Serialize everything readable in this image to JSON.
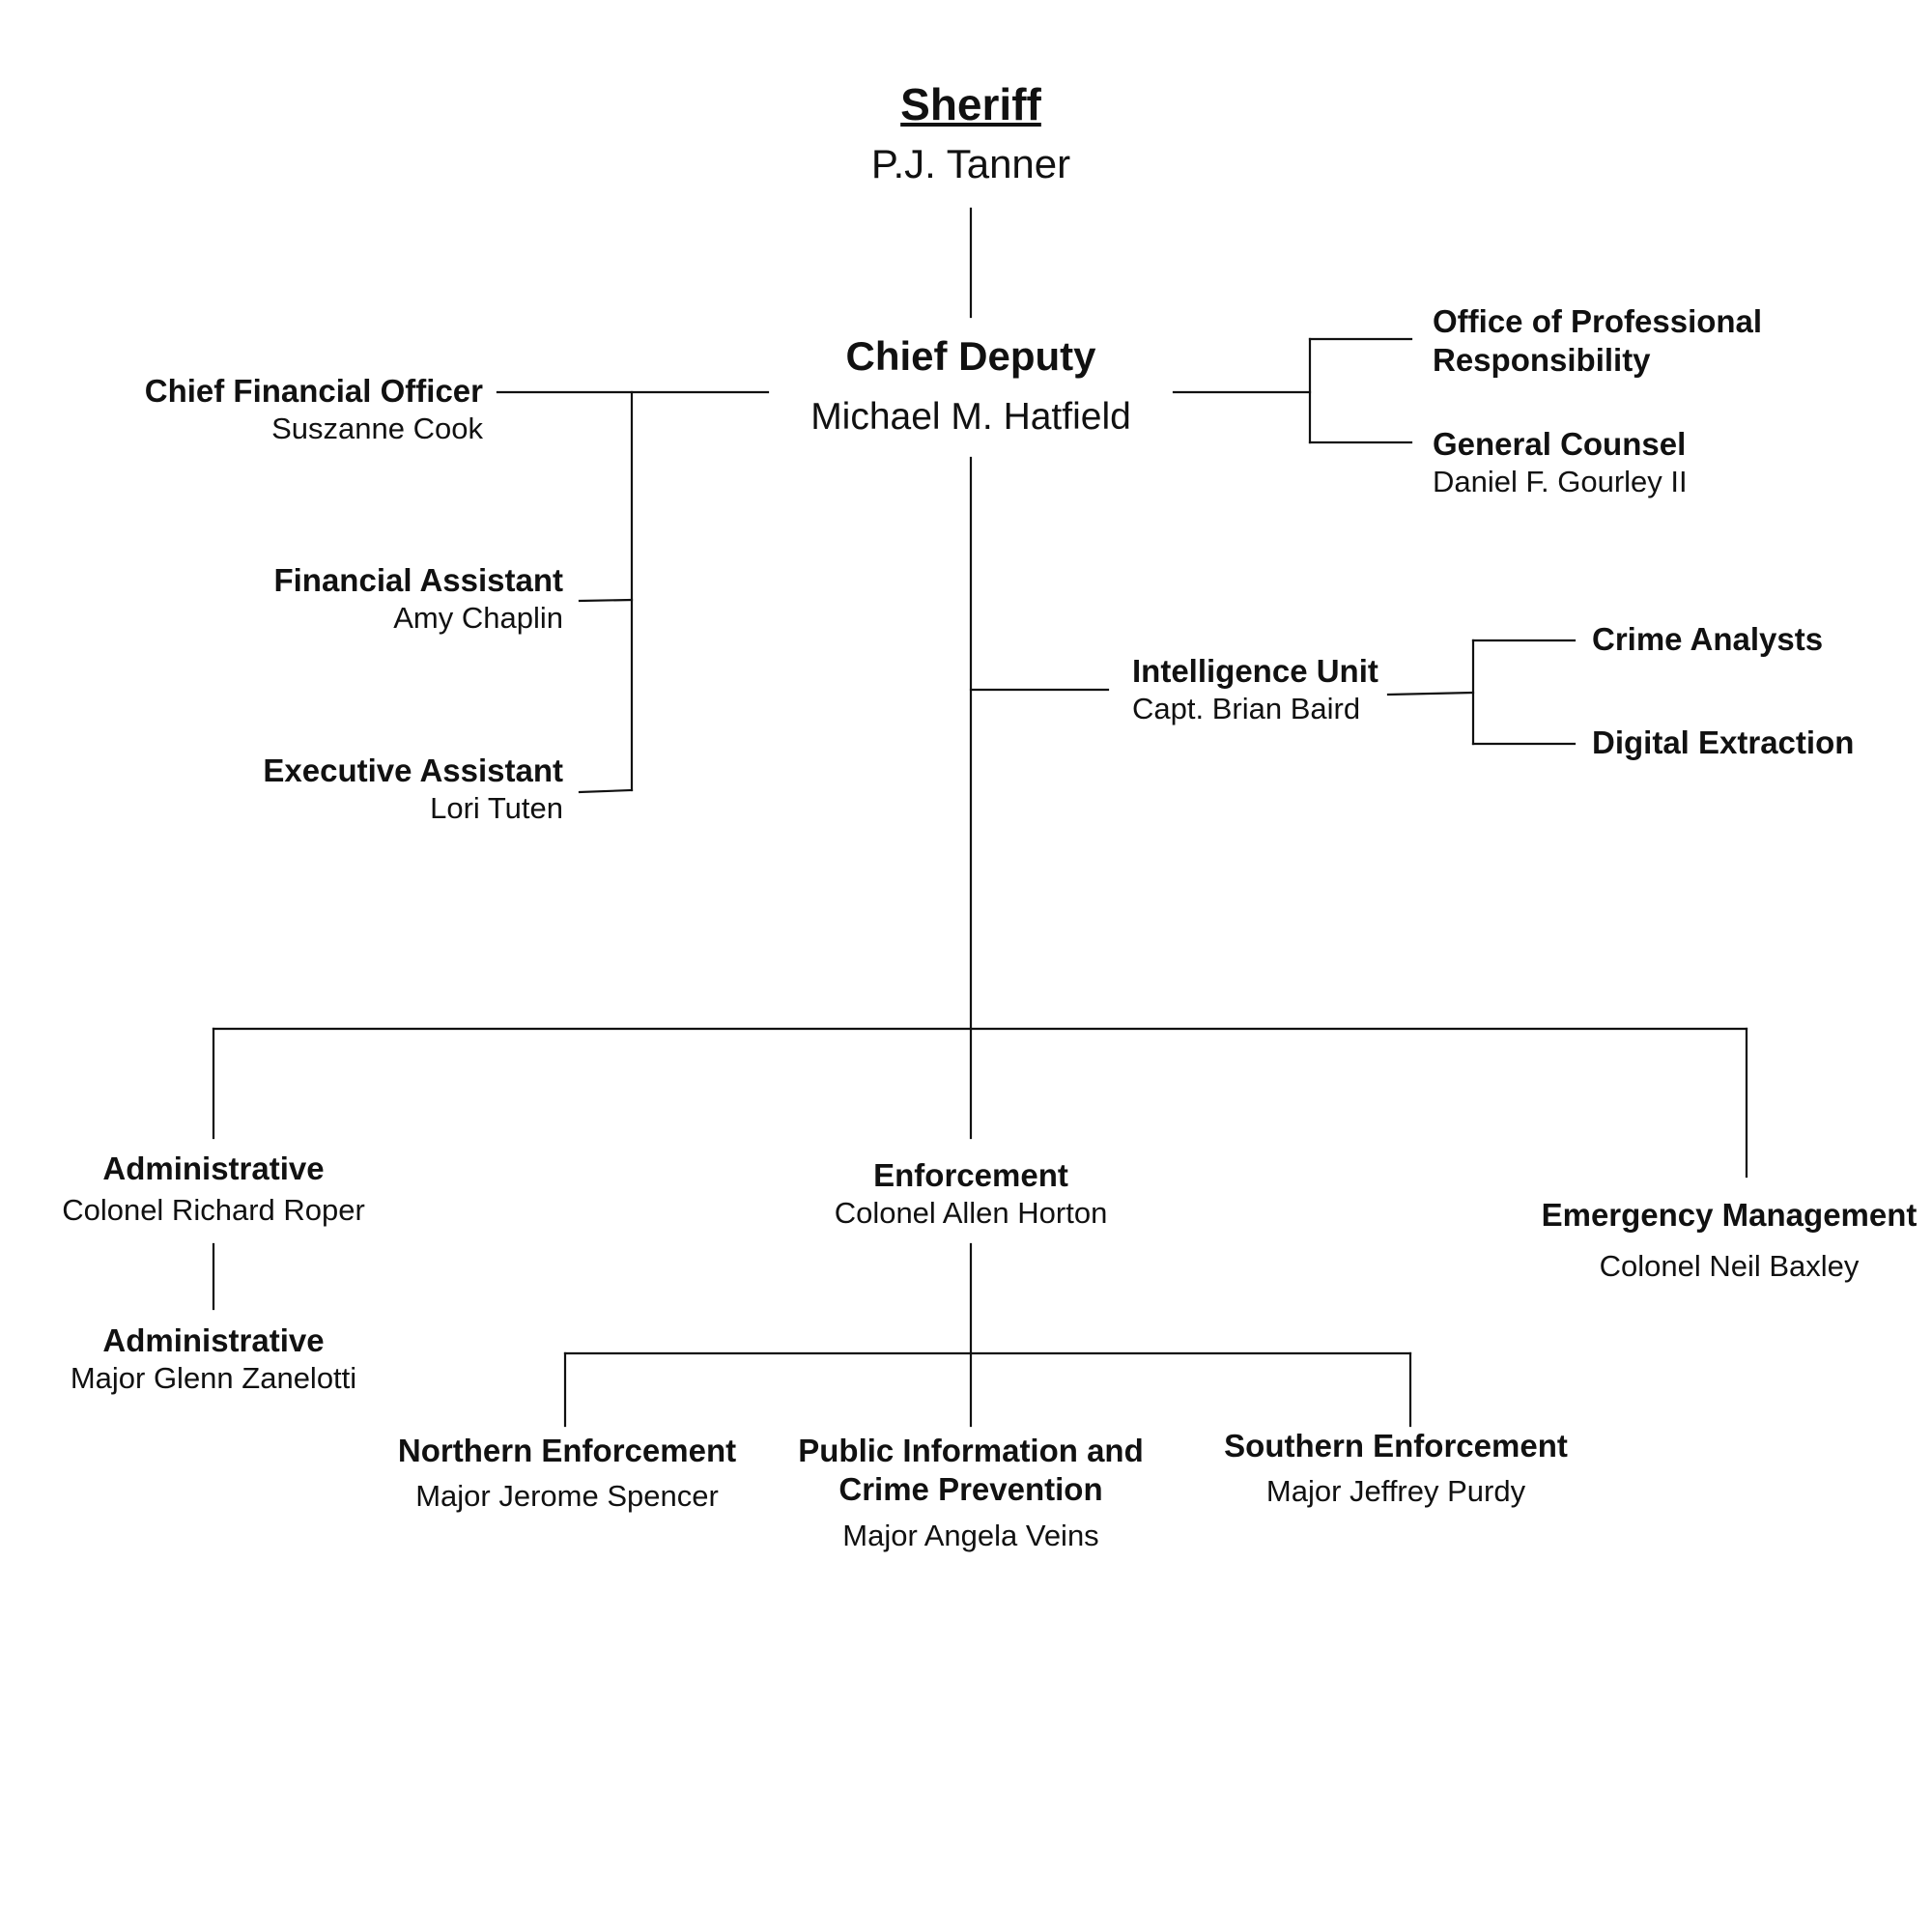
{
  "org": {
    "sheriff": {
      "title": "Sheriff",
      "name": "P.J. Tanner"
    },
    "chief_deputy": {
      "title": "Chief Deputy",
      "name": "Michael M. Hatfield"
    },
    "cfo": {
      "title": "Chief Financial Officer",
      "name": "Suszanne Cook"
    },
    "financial_assistant": {
      "title": "Financial Assistant",
      "name": "Amy Chaplin"
    },
    "executive_assistant": {
      "title": "Executive Assistant",
      "name": "Lori Tuten"
    },
    "professional_responsibility": {
      "title_line1": "Office of Professional",
      "title_line2": "Responsibility"
    },
    "general_counsel": {
      "title": "General Counsel",
      "name": "Daniel F. Gourley II"
    },
    "intelligence_unit": {
      "title": "Intelligence Unit",
      "name": "Capt. Brian Baird"
    },
    "crime_analysts": {
      "title": "Crime Analysts"
    },
    "digital_extraction": {
      "title": "Digital Extraction"
    },
    "administrative": {
      "title": "Administrative",
      "name": "Colonel Richard Roper"
    },
    "administrative_major": {
      "title": "Administrative",
      "name": "Major Glenn Zanelotti"
    },
    "enforcement": {
      "title": "Enforcement",
      "name": "Colonel Allen Horton"
    },
    "emergency_management": {
      "title": "Emergency Management",
      "name": "Colonel Neil Baxley"
    },
    "northern_enforcement": {
      "title": "Northern Enforcement",
      "name": "Major Jerome Spencer"
    },
    "public_information": {
      "title_line1": "Public Information and",
      "title_line2": "Crime Prevention",
      "name": "Major Angela Veins"
    },
    "southern_enforcement": {
      "title": "Southern Enforcement",
      "name": "Major Jeffrey Purdy"
    }
  }
}
